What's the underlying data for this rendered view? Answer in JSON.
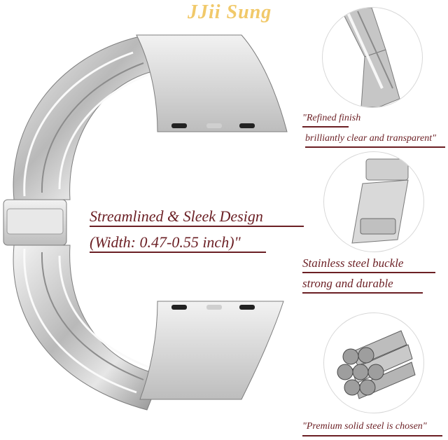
{
  "brand": {
    "name": "JJii Sung"
  },
  "headline": {
    "line1": "Streamlined & Sleek Design",
    "line2": "(Width: 0.47-0.55 inch)\""
  },
  "features": [
    {
      "line1": "\"Refined finish",
      "line2": "brilliantly clear and transparent\""
    },
    {
      "line1": "Stainless steel buckle",
      "line2": "strong and durable"
    },
    {
      "line1": "\"Premium solid steel is chosen\""
    }
  ],
  "colors": {
    "brand": "#f1c96a",
    "text": "#6b1f24",
    "metal": "#c8c8c8"
  }
}
